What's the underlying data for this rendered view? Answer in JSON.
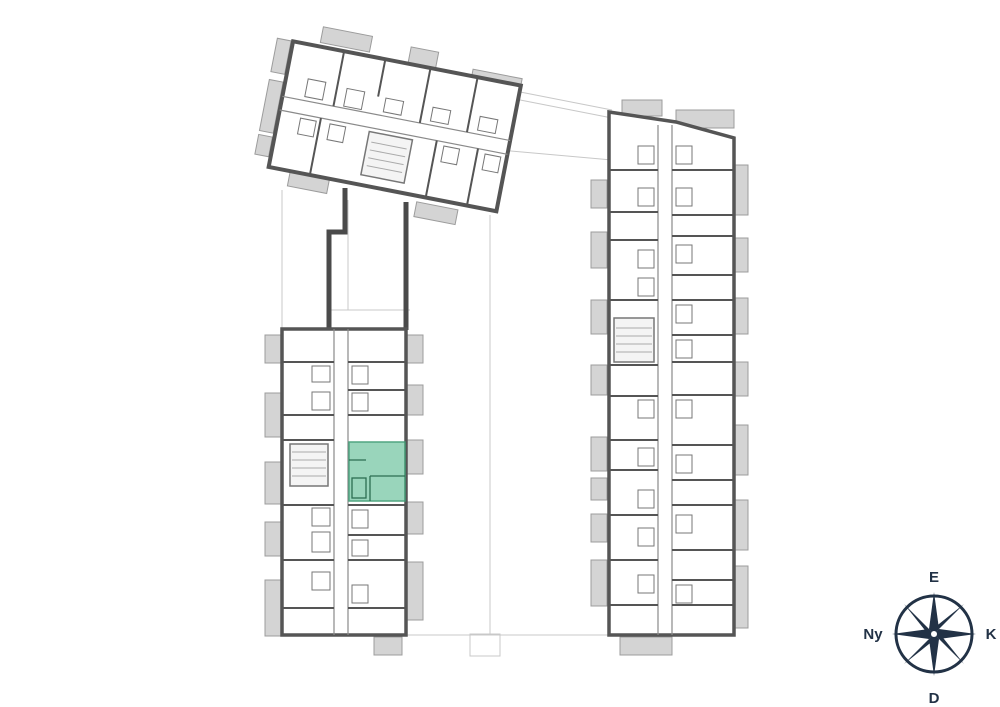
{
  "compass": {
    "north": "E",
    "south": "D",
    "west": "Ny",
    "east": "K"
  },
  "colors": {
    "wall": "#555555",
    "wall_thin": "#8a8a8a",
    "balcony": "#d4d4d4",
    "balcony_stroke": "#9c9c9c",
    "highlight": "#8fd1b4",
    "highlight_stroke": "#3f9c74",
    "connector": "#4a4a4a",
    "compass": "#223246"
  },
  "highlighted_unit": {
    "building": "left-wing",
    "floor_position": "east-side-middle",
    "selected": true
  }
}
